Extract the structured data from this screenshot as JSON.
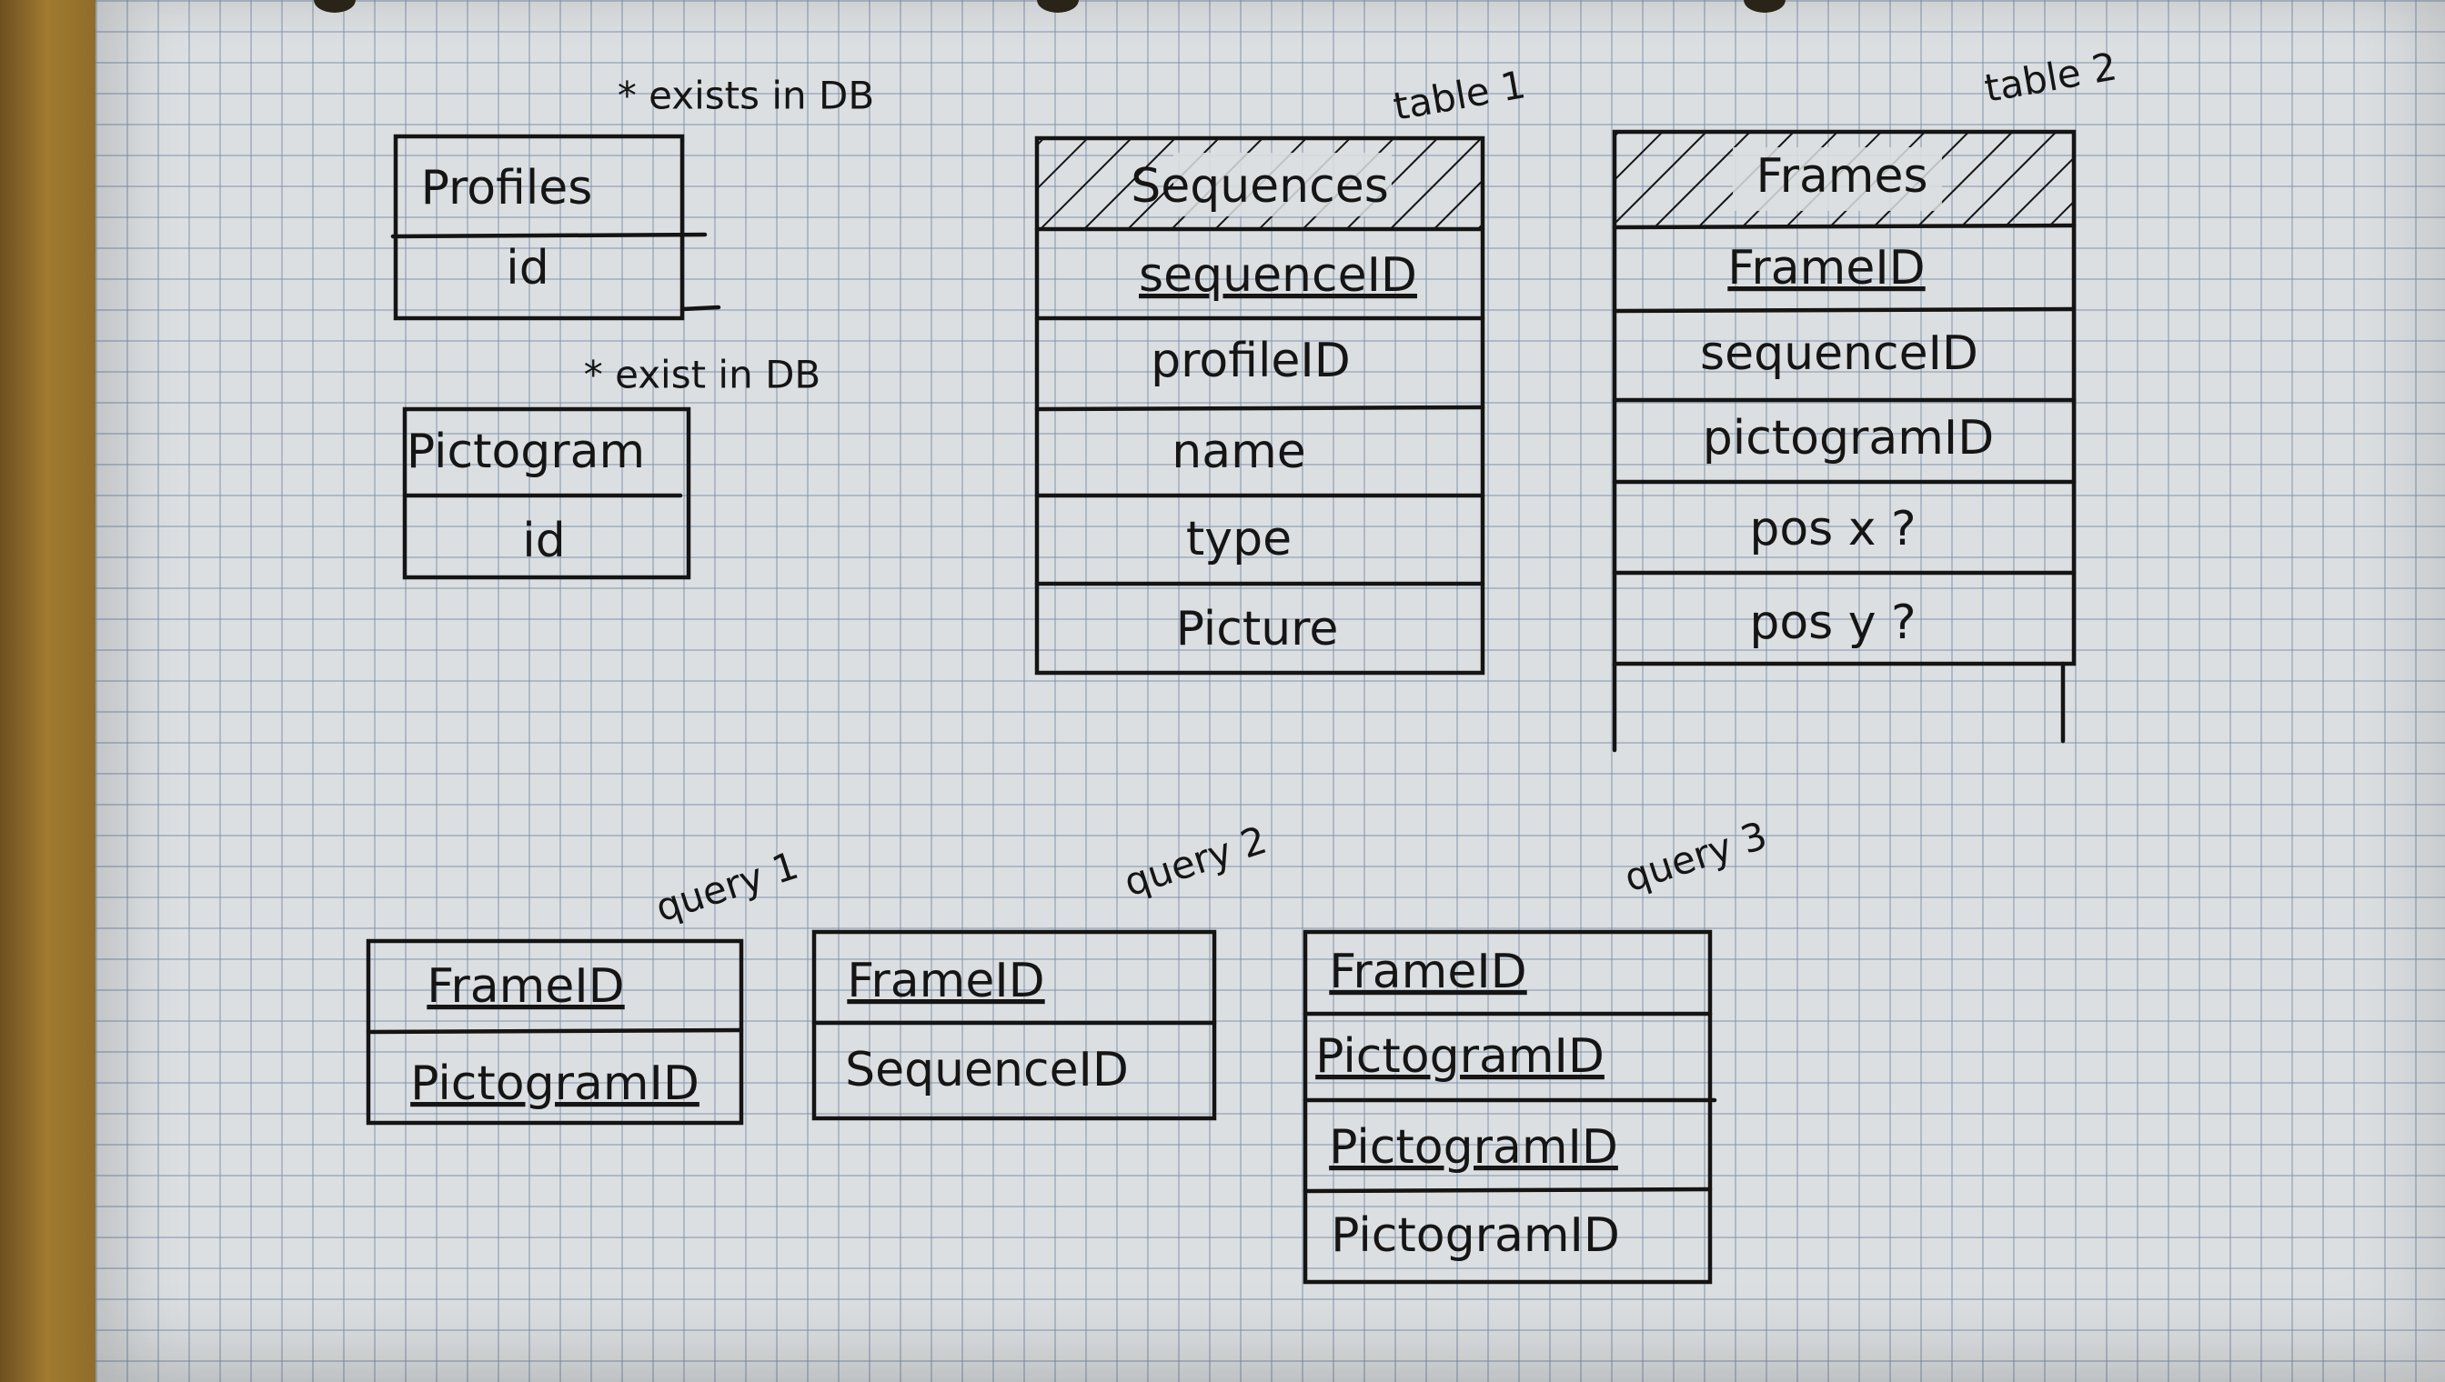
{
  "annotations": {
    "profiles_note": "* exists in DB",
    "pictogram_note": "* exist in DB",
    "table1_label": "table 1",
    "table2_label": "table 2",
    "query1_label": "query 1",
    "query2_label": "query 2",
    "query3_label": "query 3"
  },
  "entities": {
    "profiles": {
      "title": "Profiles",
      "fields": [
        "id"
      ]
    },
    "pictogram": {
      "title": "Pictogram",
      "fields": [
        "id"
      ]
    },
    "sequences": {
      "title": "Sequences",
      "fields": [
        "sequenceID",
        "profileID",
        "name",
        "type",
        "Picture"
      ]
    },
    "frames": {
      "title": "Frames",
      "fields": [
        "FrameID",
        "sequenceID",
        "pictogramID",
        "pos x ?",
        "pos y ?"
      ]
    }
  },
  "queries": {
    "query1": {
      "fields": [
        "FrameID",
        "PictogramID"
      ]
    },
    "query2": {
      "fields": [
        "FrameID",
        "SequenceID"
      ]
    },
    "query3": {
      "fields": [
        "FrameID",
        "PictogramID",
        "PictogramID",
        "PictogramID"
      ]
    }
  }
}
